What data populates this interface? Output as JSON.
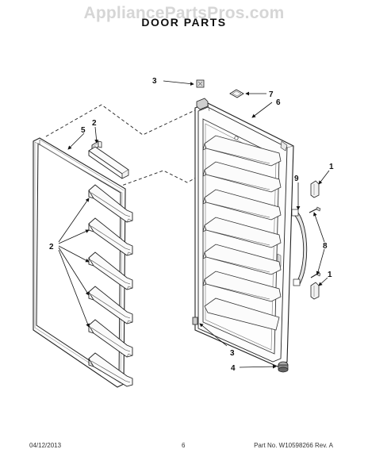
{
  "watermark": "AppliancePartsPros.com",
  "title": "DOOR PARTS",
  "callouts": {
    "c1a": "1",
    "c1b": "1",
    "c2a": "2",
    "c2b": "2",
    "c3a": "3",
    "c3b": "3",
    "c4": "4",
    "c5": "5",
    "c6": "6",
    "c7": "7",
    "c8": "8",
    "c9": "9"
  },
  "footer": {
    "date": "04/12/2013",
    "page": "6",
    "part": "Part No. W10598266  Rev. A"
  }
}
